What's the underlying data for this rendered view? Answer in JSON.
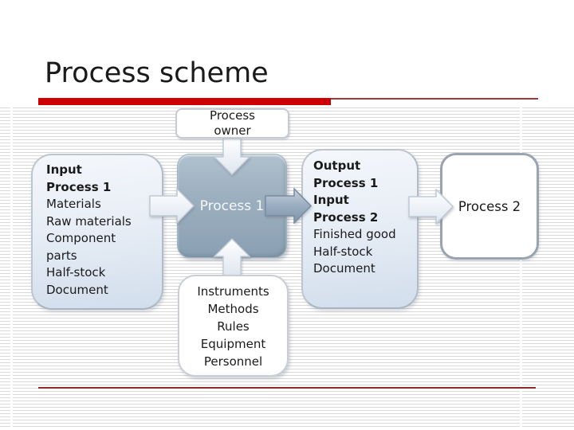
{
  "slide": {
    "title": "Process scheme",
    "colors": {
      "accent_bar": "#cc0000",
      "accent_line": "#a83434",
      "bottom_rule": "#8b2a2a",
      "process_box_fill": "#93a7ba",
      "info_box_fill": "#dde7f2"
    }
  },
  "boxes": {
    "process_owner": {
      "label": "Process owner"
    },
    "input": {
      "lines": [
        "Input",
        "Process 1",
        "Materials",
        "Raw materials",
        "Component parts",
        "Half-stock",
        "Document"
      ]
    },
    "process1": {
      "label": "Process 1"
    },
    "output": {
      "lines": [
        "Output",
        "Process 1",
        "Input",
        "Process 2",
        "Finished good",
        "Half-stock",
        "Document"
      ]
    },
    "process2": {
      "label": "Process 2"
    },
    "instruments": {
      "lines": [
        "Instruments",
        "Methods",
        "Rules",
        "Equipment",
        "Personnel"
      ]
    }
  },
  "arrows": {
    "owner_to_process1": "down",
    "input_to_process1": "right",
    "process1_to_output": "right",
    "output_to_process2": "right",
    "instruments_to_process1": "up"
  }
}
